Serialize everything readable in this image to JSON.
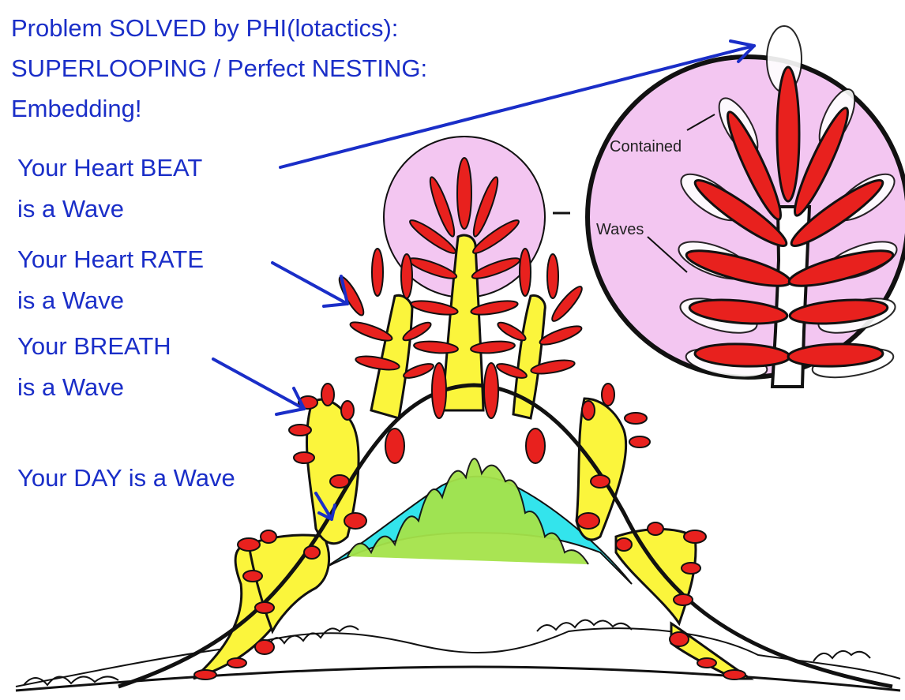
{
  "title": {
    "line1": "Problem SOLVED by PHI(lotactics):",
    "line2": "SUPERLOOPING / Perfect NESTING:",
    "line3": "Embedding!"
  },
  "labels": {
    "heart_beat": {
      "line1": "Your Heart BEAT",
      "line2": "is a Wave"
    },
    "heart_rate": {
      "line1": "Your Heart RATE",
      "line2": "is a Wave"
    },
    "breath": {
      "line1": "Your BREATH",
      "line2": "is a Wave"
    },
    "day": {
      "line1": "Your DAY is a Wave"
    }
  },
  "zoom": {
    "contained_label": "Contained",
    "waves_label": "Waves"
  },
  "colors": {
    "text_blue": "#1a2ec8",
    "arrow_blue": "#1a2ec8",
    "pink": "#f3c6f1",
    "red": "#e8211e",
    "yellow": "#fbf53c",
    "cyan": "#33e4ec",
    "green": "#a5e34a",
    "black": "#111111"
  }
}
